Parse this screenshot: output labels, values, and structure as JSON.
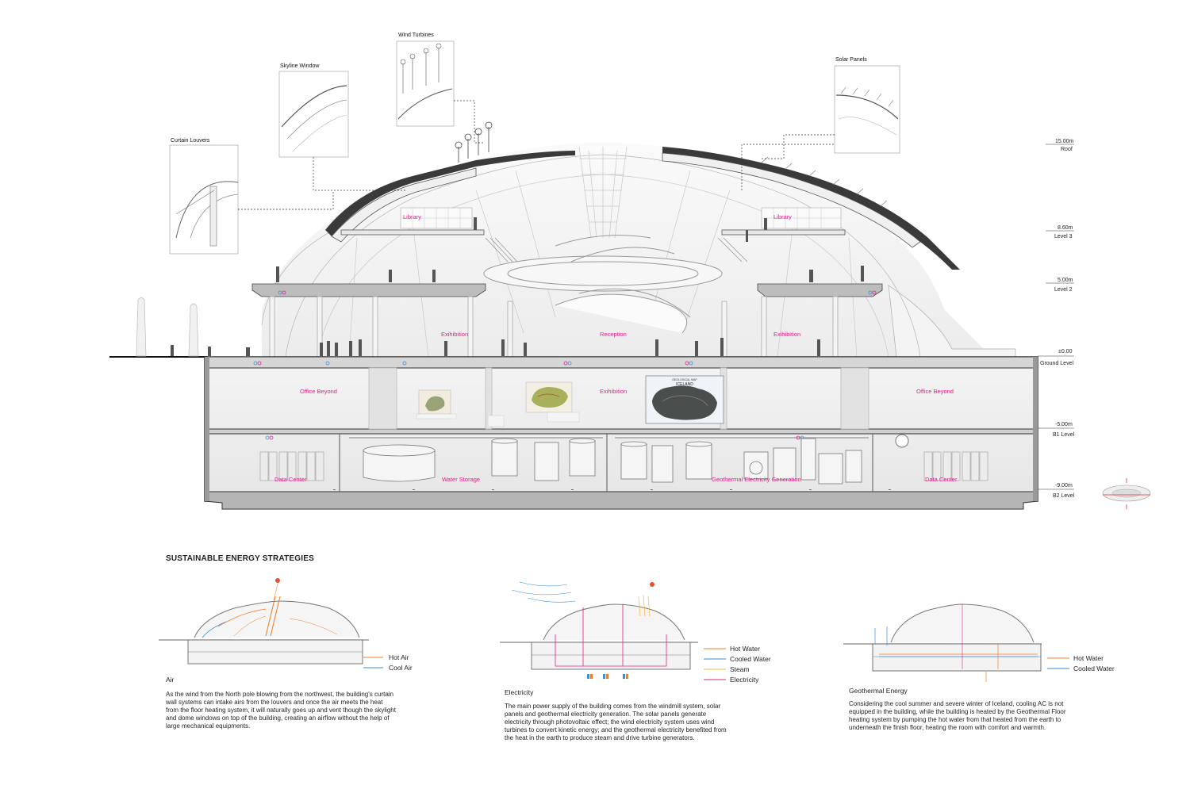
{
  "callouts": {
    "wind_turbines": "Wind Turbines",
    "skyline_window": "Skyline Window",
    "curtain_louvers": "Curtain Louvers",
    "solar_panels": "Solar Panels"
  },
  "levels": [
    {
      "value": "15.00m",
      "name": "Roof"
    },
    {
      "value": "8.60m",
      "name": "Level 3"
    },
    {
      "value": "5.00m",
      "name": "Level 2"
    },
    {
      "value": "±0.00",
      "name": "Ground Level"
    },
    {
      "value": "-5.00m",
      "name": "B1 Level"
    },
    {
      "value": "-9.00m",
      "name": "B2 Level"
    }
  ],
  "rooms": {
    "library_left": "Library",
    "library_right": "Library",
    "exhibition_left": "Exihibition",
    "reception": "Reception",
    "exhibition_right": "Exihibition",
    "office_left": "Office Beyond",
    "exhibition_b1": "Exihibition",
    "office_right": "Office Beyond",
    "data_center_left": "Data Center",
    "water_storage": "Water Storage",
    "geothermal": "Geothermal Electricity Generation",
    "data_center_right": "Data Center"
  },
  "map": {
    "title_small": "GEOLOGICAL MAP",
    "title": "ICELAND"
  },
  "section_title": "SUSTAINABLE ENERGY STRATEGIES",
  "strategies": {
    "air": {
      "title": "Air",
      "body": "As the wind from the North pole blowing from the northwest, the building's curtain wall systems can intake airs from the louvers and once the air meets the heat from the floor heating system, it will naturally goes up and vent though the skylight and dome windows on top of the building, creating an airflow without the help of large mechanical equipments.",
      "legend": [
        {
          "label": "Hot Air",
          "color": "#f07c2a"
        },
        {
          "label": "Cool Air",
          "color": "#3a8fd9"
        }
      ]
    },
    "electricity": {
      "title": "Electricity",
      "body": "The main power supply of the building comes from the windmill system, solar panels and geothermal electricity generation. The solar panels generate electricity through photovoltaic effect; the wind electricity system uses  wind turbines to convert kinetic energy; and the geothermal electricity benefited from the heat in the earth to produce steam and drive turbine generators.",
      "legend": [
        {
          "label": "Hot Water",
          "color": "#f07c2a"
        },
        {
          "label": "Cooled Water",
          "color": "#3a8fd9"
        },
        {
          "label": "Steam",
          "color": "#f5b642"
        },
        {
          "label": "Electricity",
          "color": "#e0218a"
        }
      ]
    },
    "geothermal": {
      "title": "Geothermal Energy",
      "body": "Considering the cool summer and severe winter of Iceland, cooling AC is not equipped in the building, while the building is heated by the Geothermal Floor heating system by pumping the hot water from that heated from the earth to underneath the finish floor, heating the room with comfort and warmth.",
      "legend": [
        {
          "label": "Hot Water",
          "color": "#f07c2a"
        },
        {
          "label": "Cooled Water",
          "color": "#3a8fd9"
        }
      ]
    }
  }
}
